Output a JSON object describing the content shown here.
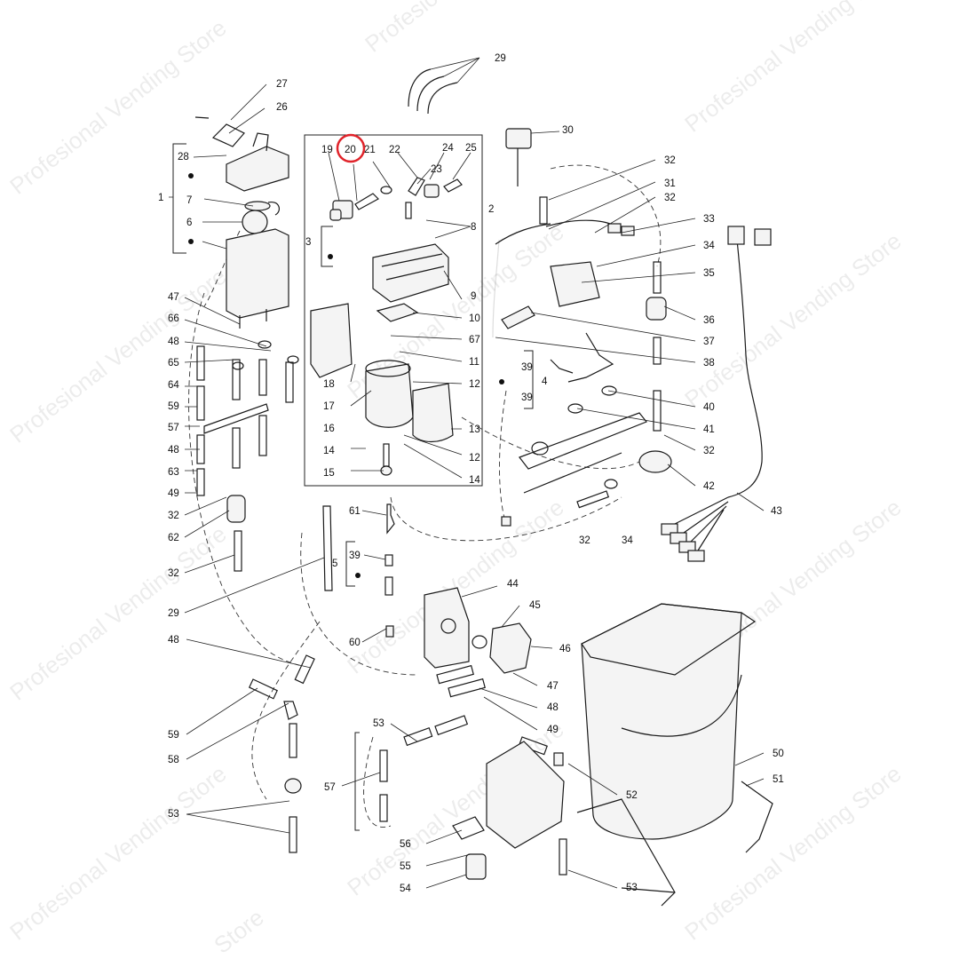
{
  "watermark": "Profesional Vending Store",
  "watermark_tail": "Store",
  "highlight": {
    "part": "20",
    "color": "#e0242b"
  },
  "callouts": [
    "1",
    "2",
    "3",
    "4",
    "5",
    "6",
    "7",
    "8",
    "9",
    "10",
    "11",
    "12",
    "13",
    "14",
    "15",
    "16",
    "17",
    "18",
    "19",
    "20",
    "21",
    "22",
    "23",
    "24",
    "25",
    "26",
    "27",
    "28",
    "29",
    "30",
    "31",
    "32",
    "33",
    "34",
    "35",
    "36",
    "37",
    "38",
    "39",
    "40",
    "41",
    "42",
    "43",
    "44",
    "45",
    "46",
    "47",
    "48",
    "49",
    "50",
    "51",
    "52",
    "53",
    "54",
    "55",
    "56",
    "57",
    "58",
    "59",
    "60",
    "61",
    "62",
    "63",
    "64",
    "65",
    "66",
    "67"
  ]
}
